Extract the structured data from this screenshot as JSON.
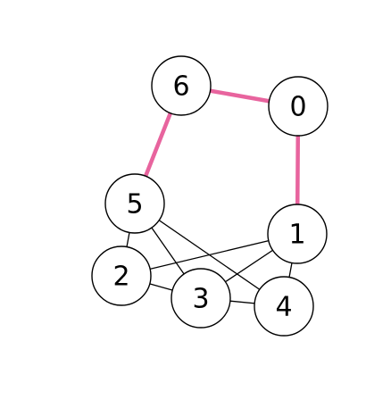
{
  "graph": {
    "nodes": [
      {
        "id": "0",
        "label": "0"
      },
      {
        "id": "1",
        "label": "1"
      },
      {
        "id": "2",
        "label": "2"
      },
      {
        "id": "3",
        "label": "3"
      },
      {
        "id": "4",
        "label": "4"
      },
      {
        "id": "5",
        "label": "5"
      },
      {
        "id": "6",
        "label": "6"
      }
    ],
    "edges": [
      {
        "source": "6",
        "target": "0",
        "highlighted": true
      },
      {
        "source": "0",
        "target": "1",
        "highlighted": true
      },
      {
        "source": "6",
        "target": "5",
        "highlighted": true
      },
      {
        "source": "5",
        "target": "2",
        "highlighted": false
      },
      {
        "source": "5",
        "target": "3",
        "highlighted": false
      },
      {
        "source": "5",
        "target": "4",
        "highlighted": false
      },
      {
        "source": "1",
        "target": "2",
        "highlighted": false
      },
      {
        "source": "1",
        "target": "3",
        "highlighted": false
      },
      {
        "source": "1",
        "target": "4",
        "highlighted": false
      },
      {
        "source": "2",
        "target": "3",
        "highlighted": false
      },
      {
        "source": "3",
        "target": "4",
        "highlighted": false
      }
    ],
    "colors": {
      "highlight_edge": "#e8649e",
      "normal_edge": "#000000",
      "node_fill": "#ffffff",
      "node_stroke": "#000000"
    }
  }
}
